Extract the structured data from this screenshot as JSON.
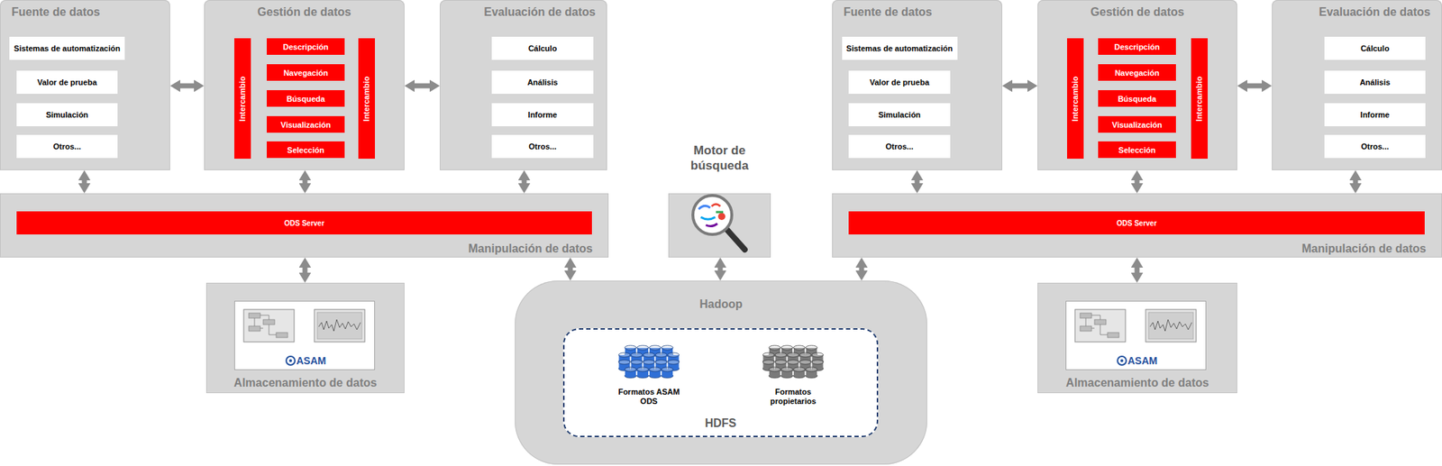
{
  "diagram": {
    "nodes": [
      {
        "text": [
          "Fuente de datos"
        ]
      },
      {
        "text": [
          "Sistemas de automatización"
        ],
        "in": 0
      },
      {
        "text": [
          "Valor de prueba"
        ],
        "in": 0
      },
      {
        "text": [
          "Simulación"
        ],
        "in": 0
      },
      {
        "text": [
          "Otros..."
        ],
        "in": 0
      },
      {
        "text": [
          "Gestión de datos"
        ]
      },
      {
        "text": [
          "Intercambio"
        ],
        "in": 5
      },
      {
        "text": [
          "Descripción"
        ],
        "in": 5
      },
      {
        "text": [
          "Navegación"
        ],
        "in": 5
      },
      {
        "text": [
          "Búsqueda"
        ],
        "in": 5
      },
      {
        "text": [
          "Visualización"
        ],
        "in": 5
      },
      {
        "text": [
          "Selección"
        ],
        "in": 5
      },
      {
        "text": [
          "Intercambio"
        ],
        "in": 5
      },
      {
        "text": [
          "Evaluación de datos"
        ]
      },
      {
        "text": [
          "Cálculo"
        ],
        "in": 13
      },
      {
        "text": [
          "Análisis"
        ],
        "in": 13
      },
      {
        "text": [
          "Informe"
        ],
        "in": 13
      },
      {
        "text": [
          "Otros..."
        ],
        "in": 13
      },
      {
        "text": [
          "Manipulación de datos"
        ]
      },
      {
        "text": [
          "ODS Server"
        ],
        "in": 18
      },
      {
        "text": [
          "Almacenamiento de datos"
        ]
      },
      {
        "text": [
          "ASAM"
        ],
        "in": 20
      },
      {
        "text": [
          "Motor de búsqueda"
        ]
      },
      {
        "text": [
          "Hadoop"
        ]
      },
      {
        "text": [
          "HDFS"
        ],
        "in": 23
      },
      {
        "text": [
          "Formatos ASAM ODS"
        ],
        "in": 24
      },
      {
        "text": [
          "Formatos propietarios"
        ],
        "in": 24
      },
      {
        "text": [
          "Fuente de datos"
        ]
      },
      {
        "text": [
          "Sistemas de automatización"
        ],
        "in": 27
      },
      {
        "text": [
          "Valor de prueba"
        ],
        "in": 27
      },
      {
        "text": [
          "Simulación"
        ],
        "in": 27
      },
      {
        "text": [
          "Otros..."
        ],
        "in": 27
      },
      {
        "text": [
          "Gestión de datos"
        ]
      },
      {
        "text": [
          "Intercambio"
        ],
        "in": 32
      },
      {
        "text": [
          "Descripción"
        ],
        "in": 32
      },
      {
        "text": [
          "Navegación"
        ],
        "in": 32
      },
      {
        "text": [
          "Búsqueda"
        ],
        "in": 32
      },
      {
        "text": [
          "Visualización"
        ],
        "in": 32
      },
      {
        "text": [
          "Selección"
        ],
        "in": 32
      },
      {
        "text": [
          "Intercambio"
        ],
        "in": 32
      },
      {
        "text": [
          "Evaluación de datos"
        ]
      },
      {
        "text": [
          "Cálculo"
        ],
        "in": 40
      },
      {
        "text": [
          "Análisis"
        ],
        "in": 40
      },
      {
        "text": [
          "Informe"
        ],
        "in": 40
      },
      {
        "text": [
          "Otros..."
        ],
        "in": 40
      },
      {
        "text": [
          "Manipulación de datos"
        ]
      },
      {
        "text": [
          "ODS Server"
        ],
        "in": 45
      },
      {
        "text": [
          "Almacenamiento de datos"
        ]
      },
      {
        "text": [
          "ASAM"
        ],
        "in": 47
      }
    ],
    "edges": [
      {
        "from": 0,
        "to": 5,
        "arrow": "both"
      },
      {
        "from": 5,
        "to": 13,
        "arrow": "both"
      },
      {
        "from": 0,
        "to": 18,
        "arrow": "both"
      },
      {
        "from": 5,
        "to": 18,
        "arrow": "both"
      },
      {
        "from": 13,
        "to": 18,
        "arrow": "both"
      },
      {
        "from": 18,
        "to": 20,
        "arrow": "both"
      },
      {
        "from": 18,
        "to": 23,
        "arrow": "both"
      },
      {
        "from": 22,
        "to": 23,
        "arrow": "both"
      },
      {
        "from": 45,
        "to": 23,
        "arrow": "both"
      },
      {
        "from": 27,
        "to": 32,
        "arrow": "both"
      },
      {
        "from": 32,
        "to": 40,
        "arrow": "both"
      },
      {
        "from": 27,
        "to": 45,
        "arrow": "both"
      },
      {
        "from": 32,
        "to": 45,
        "arrow": "both"
      },
      {
        "from": 40,
        "to": 45,
        "arrow": "both"
      },
      {
        "from": 45,
        "to": 47,
        "arrow": "both"
      }
    ]
  }
}
